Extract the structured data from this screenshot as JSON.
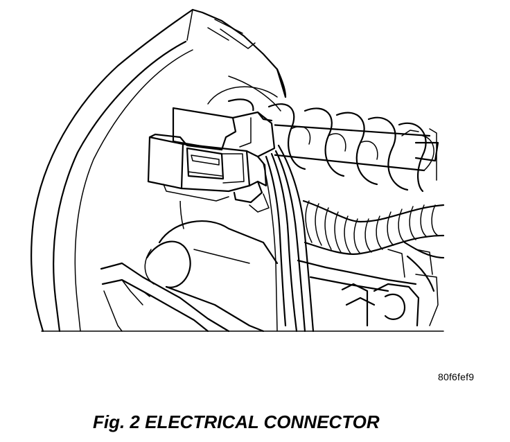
{
  "figure": {
    "code": "80f6fef9",
    "caption": "Fig. 2 ELECTRICAL CONNECTOR"
  },
  "illustration": {
    "parts": [
      "housing-flange",
      "electrical-connector",
      "lock-tab",
      "wire-harness",
      "coil-spring",
      "corrugated-conduit",
      "motor-housing",
      "mounting-bracket"
    ]
  }
}
